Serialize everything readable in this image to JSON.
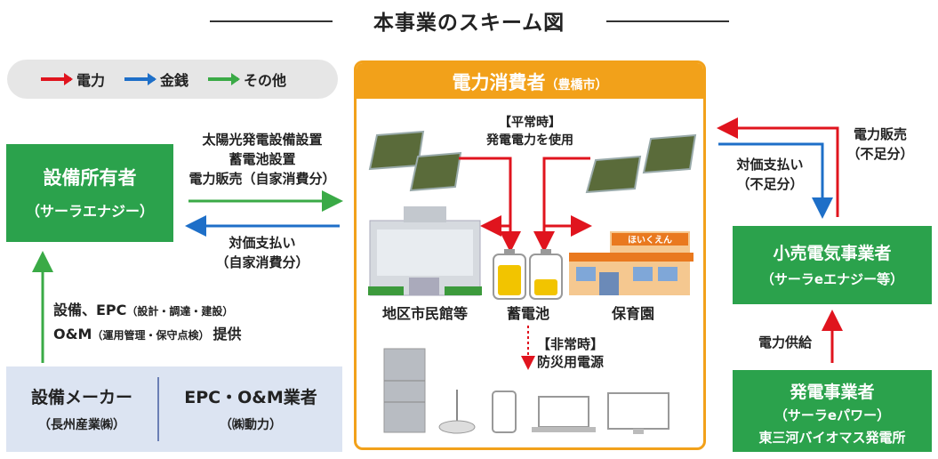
{
  "title": "本事業のスキーム図",
  "legend": {
    "power": "電力",
    "money": "金銭",
    "other": "その他",
    "colors": {
      "power": "#e0141e",
      "money": "#1e6fc8",
      "other": "#3aaa46"
    }
  },
  "owner": {
    "name": "設備所有者",
    "sub": "（サーラエナジー）"
  },
  "owner_to_consumer": {
    "line1": "太陽光発電設備設置",
    "line2": "蓄電池設置",
    "line3": "電力販売（自家消費分）"
  },
  "consumer_to_owner": {
    "line1": "対価支払い",
    "line2": "（自家消費分）"
  },
  "maker_to_owner": {
    "line1": "設備、EPC",
    "line1_small": "（設計・調達・建設）",
    "line2": "O&M",
    "line2_small": "（運用管理・保守点検）",
    "line2_tail": "提供"
  },
  "maker": {
    "name": "設備メーカー",
    "sub": "（長州産業㈱）"
  },
  "epc": {
    "name": "EPC・O&M業者",
    "sub": "（㈱動力）"
  },
  "consumer": {
    "name": "電力消費者",
    "sub": "（豊橋市）",
    "normal_title": "【平常時】",
    "normal_text": "発電電力を使用",
    "building1": "地区市民館等",
    "battery": "蓄電池",
    "building2": "保育園",
    "nursery_sign": "ほいくえん",
    "emergency_title": "【非常時】",
    "emergency_text": "防災用電源"
  },
  "retail_to_consumer": {
    "line1": "電力販売",
    "line2": "（不足分）"
  },
  "consumer_to_retail": {
    "line1": "対価支払い",
    "line2": "（不足分）"
  },
  "retail": {
    "name": "小売電気事業者",
    "sub": "（サーラeエナジー等）"
  },
  "gen_to_retail": "電力供給",
  "generator": {
    "name": "発電事業者",
    "sub1": "（サーラeパワー）",
    "sub2": "東三河バイオマス発電所"
  }
}
